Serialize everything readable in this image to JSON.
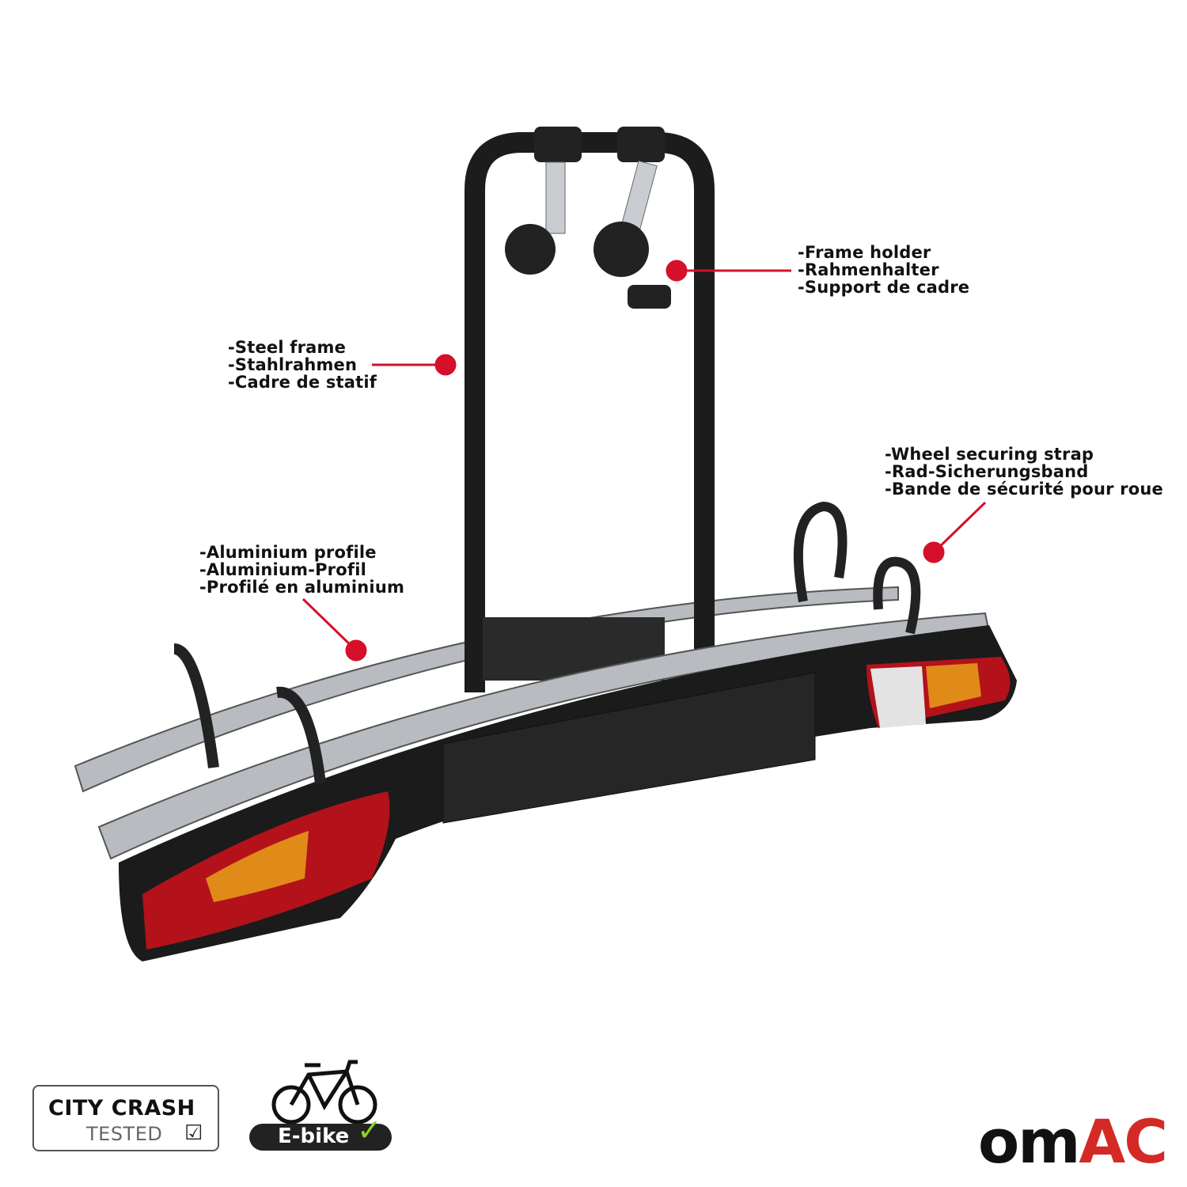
{
  "callouts": {
    "frame_holder": [
      "-Frame holder",
      "-Rahmenhalter",
      "-Support de cadre"
    ],
    "steel_frame": [
      "-Steel frame",
      "-Stahlrahmen",
      "-Cadre de statif"
    ],
    "wheel_strap": [
      "-Wheel securing strap",
      "-Rad-Sicherungsband",
      "-Bande de sécurité pour roue"
    ],
    "aluminium_profile": [
      "-Aluminium profile",
      "-Aluminium-Profil",
      "-Profilé en aluminium"
    ]
  },
  "badges": {
    "city_crash_line1": "CITY CRASH",
    "city_crash_line2": "TESTED",
    "ebike": "E-bike"
  },
  "logo": {
    "part1": "OM",
    "part2": "AC"
  },
  "colors": {
    "callout": "#d5102a",
    "logo_accent": "#d42a26",
    "ebike_check": "#8cd12a"
  }
}
